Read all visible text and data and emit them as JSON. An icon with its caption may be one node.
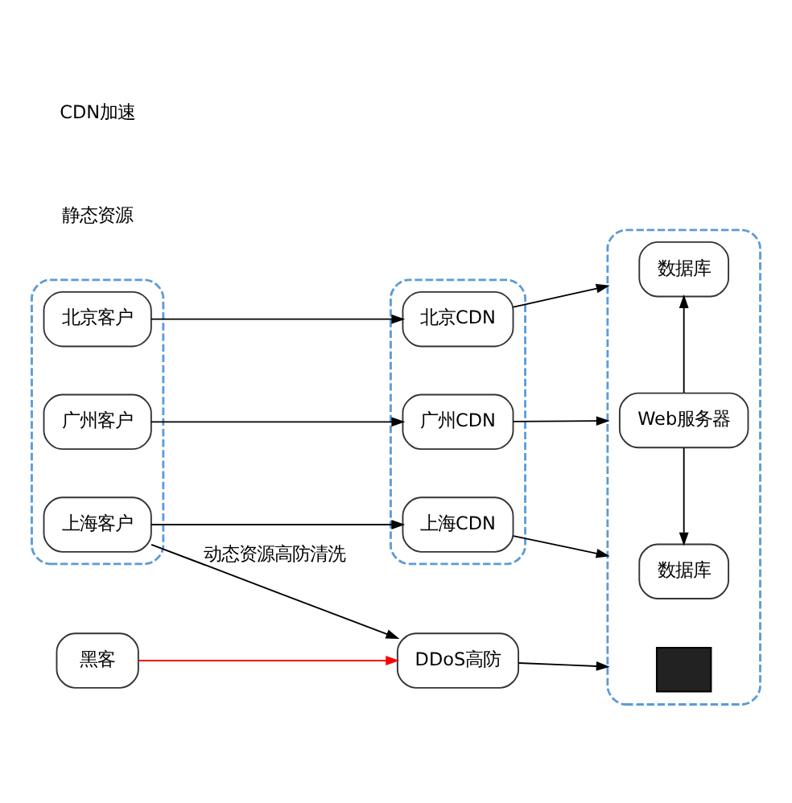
{
  "diagram": {
    "nodes": [
      {
        "text": [],
        "shape": "box"
      },
      {
        "text": [
          "北京客户"
        ],
        "in": 0
      },
      {
        "text": [
          "广州客户"
        ],
        "in": 0
      },
      {
        "text": [
          "上海客户"
        ],
        "in": 0
      },
      {
        "text": [],
        "shape": "box"
      },
      {
        "text": [
          "北京CDN"
        ],
        "in": 4
      },
      {
        "text": [
          "广州CDN"
        ],
        "in": 4
      },
      {
        "text": [
          "上海CDN"
        ],
        "in": 4
      },
      {
        "text": [],
        "shape": "box"
      },
      {
        "text": [
          "数据库"
        ],
        "in": 8
      },
      {
        "text": [
          "Web服务器"
        ],
        "in": 8
      },
      {
        "text": [
          "数据库"
        ],
        "in": 8
      },
      {
        "text": [],
        "shape": "box",
        "in": 8
      },
      {
        "text": [
          "DDoS高防"
        ]
      },
      {
        "text": [
          "黑客"
        ]
      }
    ],
    "edges": [
      {
        "from": 1,
        "to": 5,
        "arrow": "to"
      },
      {
        "from": 2,
        "to": 6,
        "arrow": "to"
      },
      {
        "from": 3,
        "to": 7,
        "arrow": "to"
      },
      {
        "from": 5,
        "to": 8,
        "arrow": "to"
      },
      {
        "from": 6,
        "to": 8,
        "arrow": "to"
      },
      {
        "from": 7,
        "to": 8,
        "arrow": "to"
      },
      {
        "from": 10,
        "to": 9,
        "arrow": "to"
      },
      {
        "from": 10,
        "to": 11,
        "arrow": "to"
      },
      {
        "from": 3,
        "to": 13,
        "label": "动态资源高防清洗",
        "arrow": "to"
      },
      {
        "from": 14,
        "to": 13,
        "arrow": "to",
        "color": "#ff0000"
      },
      {
        "from": 13,
        "to": 8,
        "arrow": "to"
      }
    ],
    "labels": [
      "静态资源",
      "CDN加速"
    ]
  }
}
